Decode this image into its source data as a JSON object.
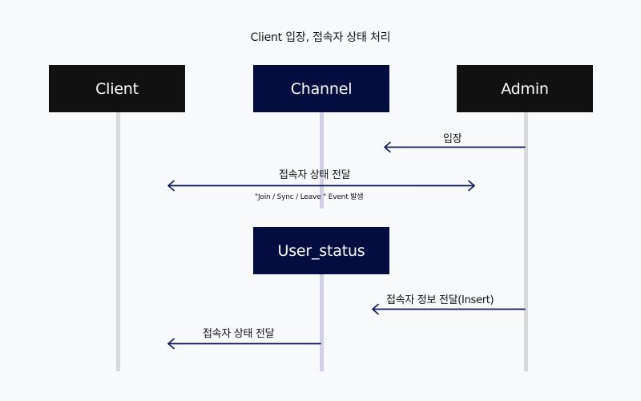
{
  "title": "Client 입장, 접속자 상태 처리",
  "participants": {
    "client": "Client",
    "channel": "Channel",
    "admin": "Admin",
    "user_status": "User_status"
  },
  "messages": {
    "enter": "입장",
    "broadcast_status": "접속자 상태 전달",
    "broadcast_note": "\"Join / Sync / Leave \" Event 발생",
    "insert_info": "접속자 정보 전달(Insert)",
    "deliver_status": "접속자 상태 전달"
  },
  "colors": {
    "background": "#f8f9fa",
    "box_dark": "#111111",
    "box_navy": "#040d40",
    "arrow": "#11195c",
    "lifeline": "#d9d9d9",
    "channel_lifeline": "#cfd0e6"
  }
}
